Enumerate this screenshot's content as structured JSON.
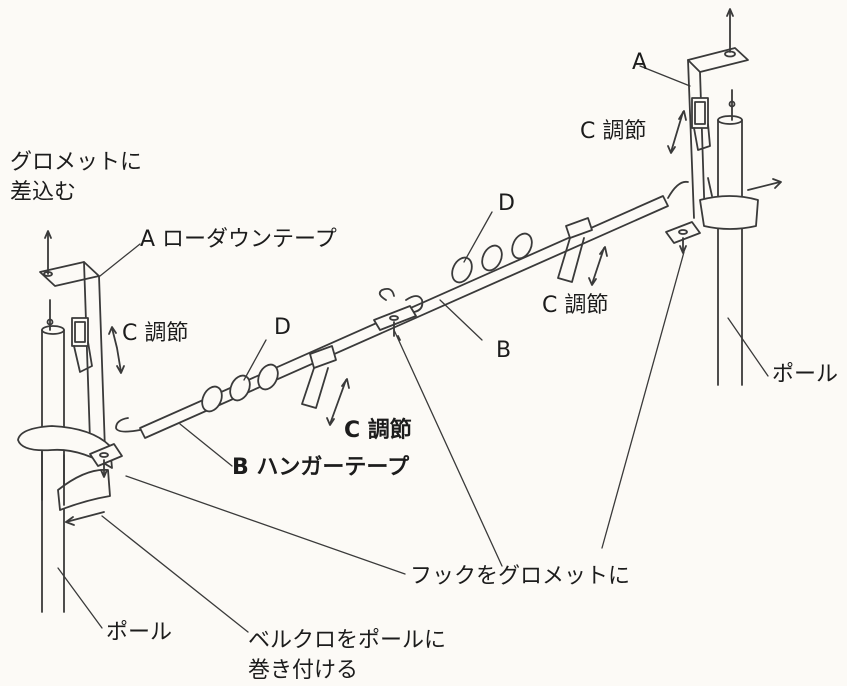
{
  "labels": {
    "grommet_insert_1": "グロメットに",
    "grommet_insert_2": "差込む",
    "a_left": "A ローダウンテープ",
    "c_left": "C 調節",
    "d_left": "D",
    "c_center": "C 調節",
    "b_left": "B ハンガーテープ",
    "a_right": "A",
    "c_right_top": "C 調節",
    "d_right": "D",
    "c_right_mid": "C 調節",
    "b_right": "B",
    "pole_right": "ポール",
    "pole_left": "ポール",
    "hook_to_grommet": "フックをグロメットに",
    "velcro_1": "ベルクロをポールに",
    "velcro_2": "巻き付ける"
  },
  "colors": {
    "line": "#3a3a3a",
    "background": "#fcfaf6"
  }
}
